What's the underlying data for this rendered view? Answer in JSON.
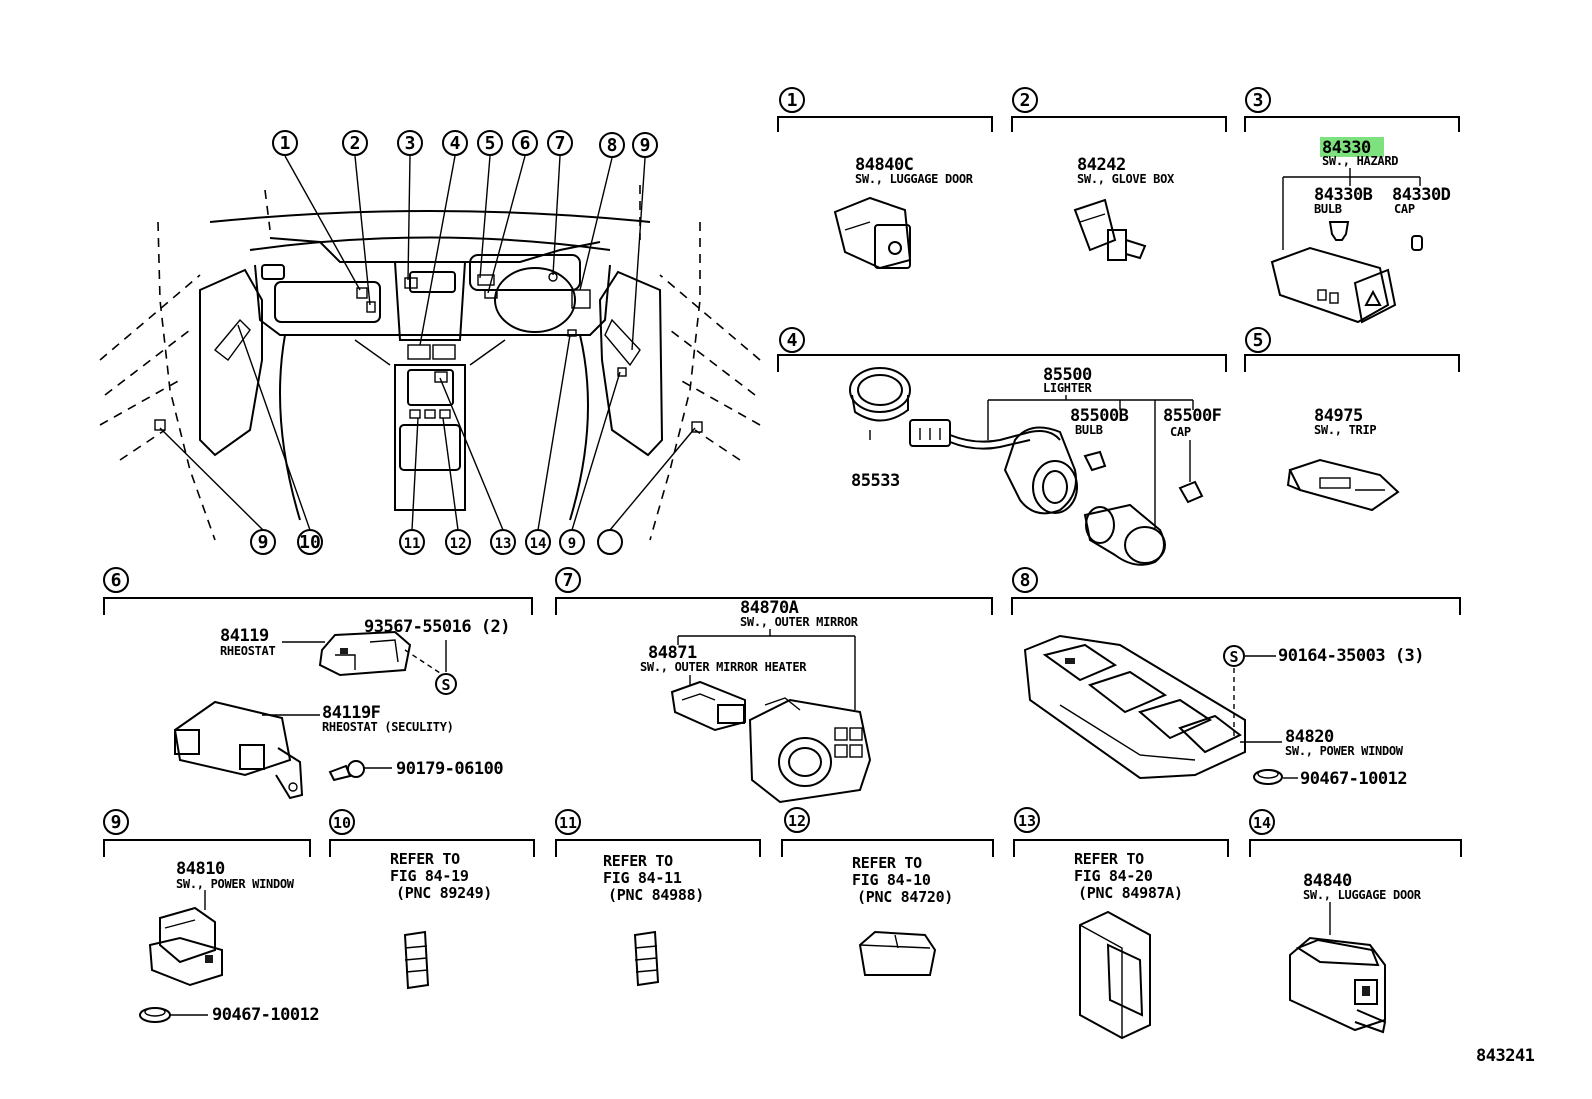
{
  "footer_code": "843241",
  "highlight_color": "#7de27d",
  "overview_callouts": [
    "1",
    "2",
    "3",
    "4",
    "5",
    "6",
    "7",
    "8",
    "9",
    "9",
    "10",
    "11",
    "12",
    "13",
    "14",
    "9"
  ],
  "sections": {
    "s1": {
      "num": "1",
      "parts": [
        {
          "pn": "84840C",
          "name": "SW., LUGGAGE DOOR"
        }
      ]
    },
    "s2": {
      "num": "2",
      "parts": [
        {
          "pn": "84242",
          "name": "SW., GLOVE BOX"
        }
      ]
    },
    "s3": {
      "num": "3",
      "parts": [
        {
          "pn": "84330",
          "name": "SW., HAZARD",
          "highlighted": true
        },
        {
          "pn": "84330B",
          "name": "BULB"
        },
        {
          "pn": "84330D",
          "name": "CAP"
        }
      ]
    },
    "s4": {
      "num": "4",
      "parts": [
        {
          "pn": "85500",
          "name": "LIGHTER"
        },
        {
          "pn": "85500B",
          "name": "BULB"
        },
        {
          "pn": "85500F",
          "name": "CAP"
        },
        {
          "pn": "85533",
          "name": ""
        }
      ]
    },
    "s5": {
      "num": "5",
      "parts": [
        {
          "pn": "84975",
          "name": "SW., TRIP"
        }
      ]
    },
    "s6": {
      "num": "6",
      "parts": [
        {
          "pn": "84119",
          "name": "RHEOSTAT"
        },
        {
          "pn": "93567-55016 (2)",
          "name": ""
        },
        {
          "pn": "84119F",
          "name": "RHEOSTAT (SECULITY)"
        },
        {
          "pn": "90179-06100",
          "name": ""
        }
      ],
      "symbol": "S"
    },
    "s7": {
      "num": "7",
      "parts": [
        {
          "pn": "84870A",
          "name": "SW., OUTER MIRROR"
        },
        {
          "pn": "84871",
          "name": "SW., OUTER MIRROR HEATER"
        }
      ]
    },
    "s8": {
      "num": "8",
      "parts": [
        {
          "pn": "90164-35003 (3)",
          "name": ""
        },
        {
          "pn": "84820",
          "name": "SW., POWER WINDOW"
        },
        {
          "pn": "90467-10012",
          "name": ""
        }
      ],
      "symbol": "S"
    },
    "s9": {
      "num": "9",
      "parts": [
        {
          "pn": "84810",
          "name": "SW., POWER WINDOW"
        },
        {
          "pn": "90467-10012",
          "name": ""
        }
      ]
    },
    "s10": {
      "num": "10",
      "refer": [
        "REFER TO",
        "FIG 84-19",
        "(PNC 89249)"
      ]
    },
    "s11": {
      "num": "11",
      "refer": [
        "REFER TO",
        "FIG 84-11",
        "(PNC 84988)"
      ]
    },
    "s12": {
      "num": "12",
      "refer": [
        "REFER TO",
        "FIG 84-10",
        "(PNC 84720)"
      ]
    },
    "s13": {
      "num": "13",
      "refer": [
        "REFER TO",
        "FIG 84-20",
        "(PNC 84987A)"
      ]
    },
    "s14": {
      "num": "14",
      "parts": [
        {
          "pn": "84840",
          "name": "SW., LUGGAGE DOOR"
        }
      ]
    }
  }
}
